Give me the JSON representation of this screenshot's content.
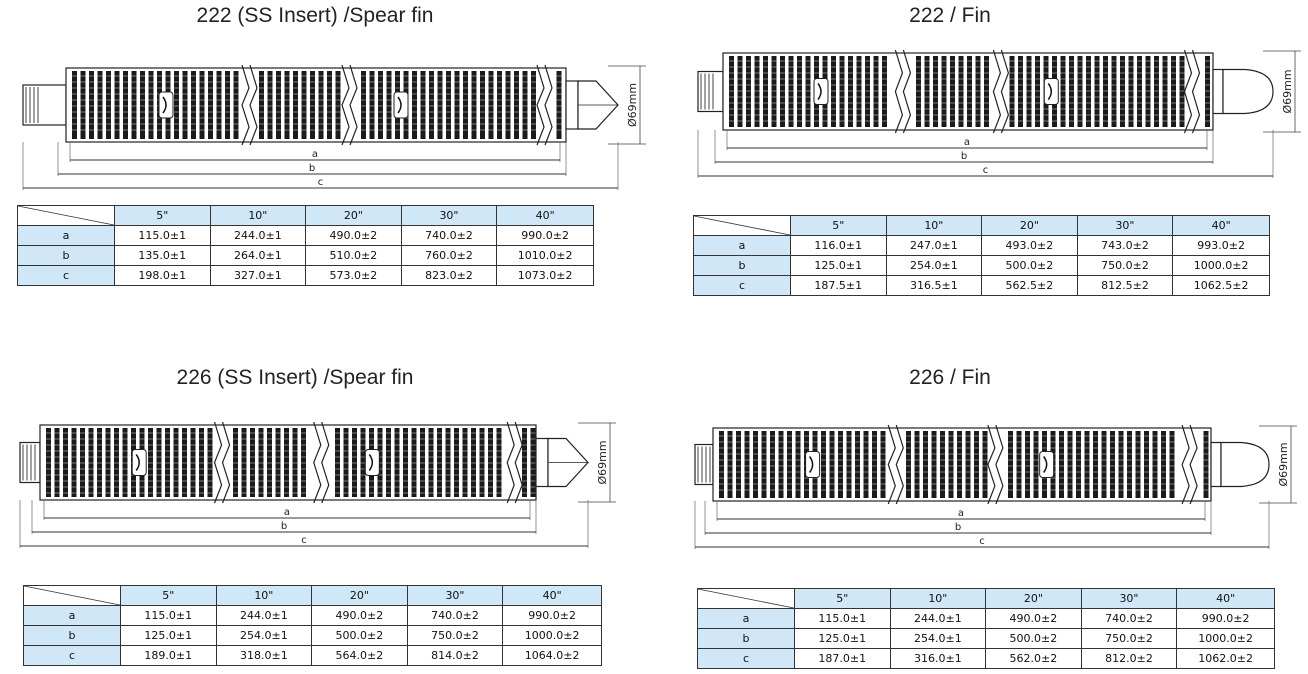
{
  "panels": [
    {
      "title": "222 (SS Insert) /Spear fin",
      "diameter_label": "Ø69mm",
      "dim_labels": [
        "a",
        "b",
        "c"
      ],
      "columns": [
        "5\"",
        "10\"",
        "20\"",
        "30\"",
        "40\""
      ],
      "rows": [
        {
          "label": "a",
          "values": [
            "115.0±1",
            "244.0±1",
            "490.0±2",
            "740.0±2",
            "990.0±2"
          ]
        },
        {
          "label": "b",
          "values": [
            "135.0±1",
            "264.0±1",
            "510.0±2",
            "760.0±2",
            "1010.0±2"
          ]
        },
        {
          "label": "c",
          "values": [
            "198.0±1",
            "327.0±1",
            "573.0±2",
            "823.0±2",
            "1073.0±2"
          ]
        }
      ]
    },
    {
      "title": "222 / Fin",
      "diameter_label": "Ø69mm",
      "dim_labels": [
        "a",
        "b",
        "c"
      ],
      "columns": [
        "5\"",
        "10\"",
        "20\"",
        "30\"",
        "40\""
      ],
      "rows": [
        {
          "label": "a",
          "values": [
            "116.0±1",
            "247.0±1",
            "493.0±2",
            "743.0±2",
            "993.0±2"
          ]
        },
        {
          "label": "b",
          "values": [
            "125.0±1",
            "254.0±1",
            "500.0±2",
            "750.0±2",
            "1000.0±2"
          ]
        },
        {
          "label": "c",
          "values": [
            "187.5±1",
            "316.5±1",
            "562.5±2",
            "812.5±2",
            "1062.5±2"
          ]
        }
      ]
    },
    {
      "title": "226 (SS Insert) /Spear fin",
      "diameter_label": "Ø69mm",
      "dim_labels": [
        "a",
        "b",
        "c"
      ],
      "columns": [
        "5\"",
        "10\"",
        "20\"",
        "30\"",
        "40\""
      ],
      "rows": [
        {
          "label": "a",
          "values": [
            "115.0±1",
            "244.0±1",
            "490.0±2",
            "740.0±2",
            "990.0±2"
          ]
        },
        {
          "label": "b",
          "values": [
            "125.0±1",
            "254.0±1",
            "500.0±2",
            "750.0±2",
            "1000.0±2"
          ]
        },
        {
          "label": "c",
          "values": [
            "189.0±1",
            "318.0±1",
            "564.0±2",
            "814.0±2",
            "1064.0±2"
          ]
        }
      ]
    },
    {
      "title": "226 / Fin",
      "diameter_label": "Ø69mm",
      "dim_labels": [
        "a",
        "b",
        "c"
      ],
      "columns": [
        "5\"",
        "10\"",
        "20\"",
        "30\"",
        "40\""
      ],
      "rows": [
        {
          "label": "a",
          "values": [
            "115.0±1",
            "244.0±1",
            "490.0±2",
            "740.0±2",
            "990.0±2"
          ]
        },
        {
          "label": "b",
          "values": [
            "125.0±1",
            "254.0±1",
            "500.0±2",
            "750.0±2",
            "1000.0±2"
          ]
        },
        {
          "label": "c",
          "values": [
            "187.0±1",
            "316.0±1",
            "562.0±2",
            "812.0±2",
            "1062.0±2"
          ]
        }
      ]
    }
  ],
  "colors": {
    "header_fill": "#cfe7f7",
    "line": "#333333",
    "filter_dark": "#1a1a1a"
  },
  "icons": {
    "spear_fin": "spear-fin-icon",
    "round_fin": "round-fin-icon",
    "logo": "brand-logo-icon"
  }
}
